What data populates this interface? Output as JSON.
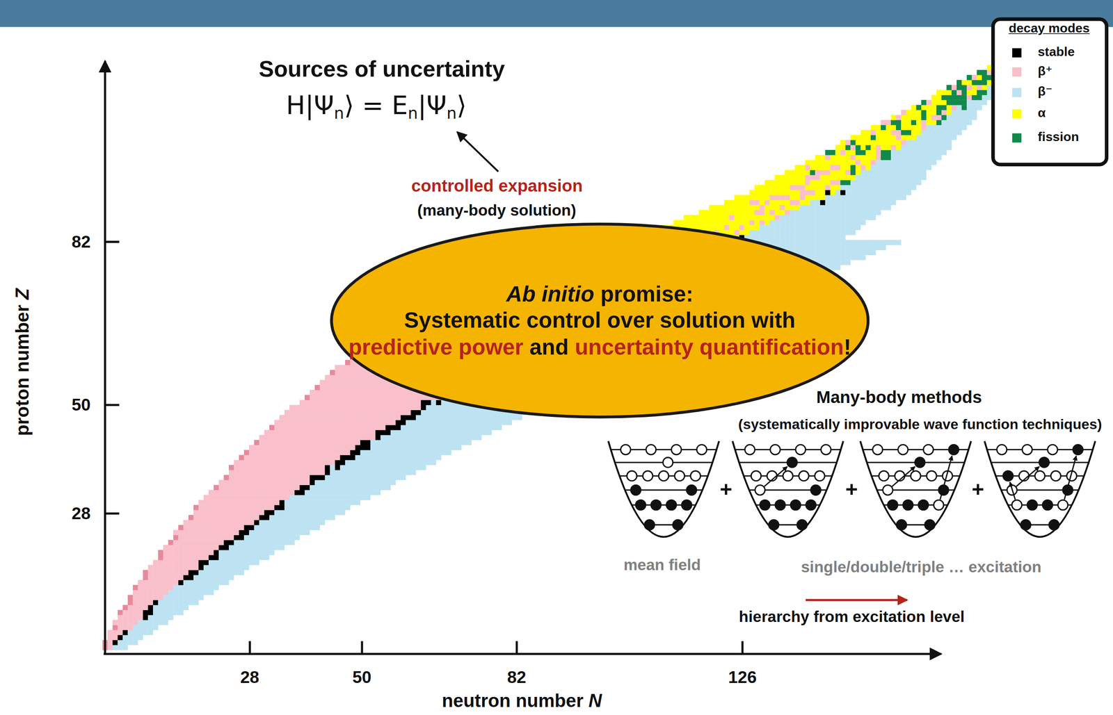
{
  "diagram": {
    "title": "Sources of uncertainty",
    "nodes": [
      {
        "text": [
          "Ab initio",
          "promise:",
          "Systematic control over solution with",
          "predictive power",
          "and",
          "uncertainty quantification",
          "!"
        ]
      }
    ],
    "labels": [
      "H|Ψ",
      "n",
      "⟩ = E",
      "n",
      "|Ψ",
      "n",
      "⟩",
      "controlled expansion",
      "(many-body solution)",
      "Many-body methods",
      "(systematically improvable wave function techniques)",
      "+",
      "+",
      "+",
      "mean field",
      "single/double/triple … excitation",
      "hierarchy from excitation level",
      "82",
      "50",
      "28",
      "proton number",
      "Z",
      "28",
      "50",
      "82",
      "126",
      "neutron number",
      "N",
      "decay modes"
    ],
    "legend": [
      {
        "text": "stable",
        "color": "#000000"
      },
      {
        "text": "β⁺",
        "color": "#f9c0cb"
      },
      {
        "text": "β⁻",
        "color": "#bde3f2"
      },
      {
        "text": "α",
        "color": "#ffff00"
      },
      {
        "text": "fission",
        "color": "#12894a"
      }
    ]
  }
}
